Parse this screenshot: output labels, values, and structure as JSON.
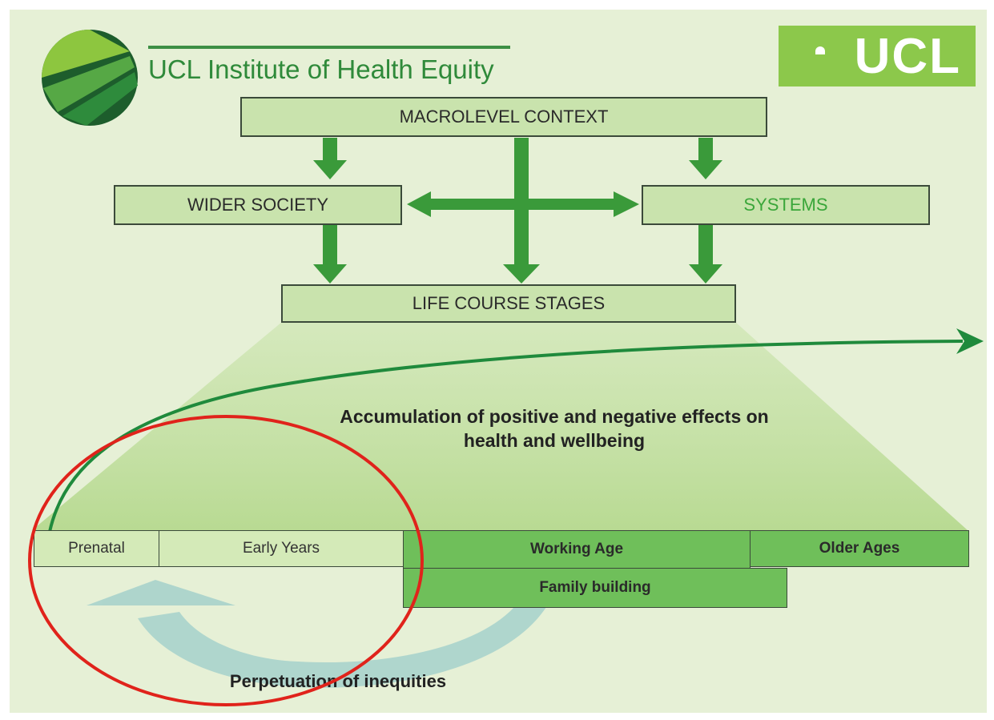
{
  "header": {
    "institute_name": "UCL Institute of Health Equity",
    "ucl_logo_text": "UCL"
  },
  "boxes": {
    "macrolevel_context": "MACROLEVEL CONTEXT",
    "wider_society": "WIDER SOCIETY",
    "systems": "SYSTEMS",
    "life_course_stages": "LIFE COURSE STAGES"
  },
  "stages": {
    "prenatal": "Prenatal",
    "early_years": "Early Years",
    "working_age": "Working Age",
    "older_ages": "Older Ages",
    "family_building": "Family building"
  },
  "captions": {
    "accumulation": "Accumulation of positive and negative effects on health and wellbeing",
    "perpetuation": "Perpetuation of inequities"
  },
  "colors": {
    "background": "#e6f0d6",
    "box_fill": "#c9e3ad",
    "arrow_green": "#3a9a3a",
    "curve_green": "#1f8a3c",
    "systems_text": "#3aa63a",
    "highlight_red": "#e0231b",
    "cycle_arrow": "#a9d3cc"
  },
  "icons": [
    "institute-logo-icon",
    "ucl-dome-icon"
  ]
}
